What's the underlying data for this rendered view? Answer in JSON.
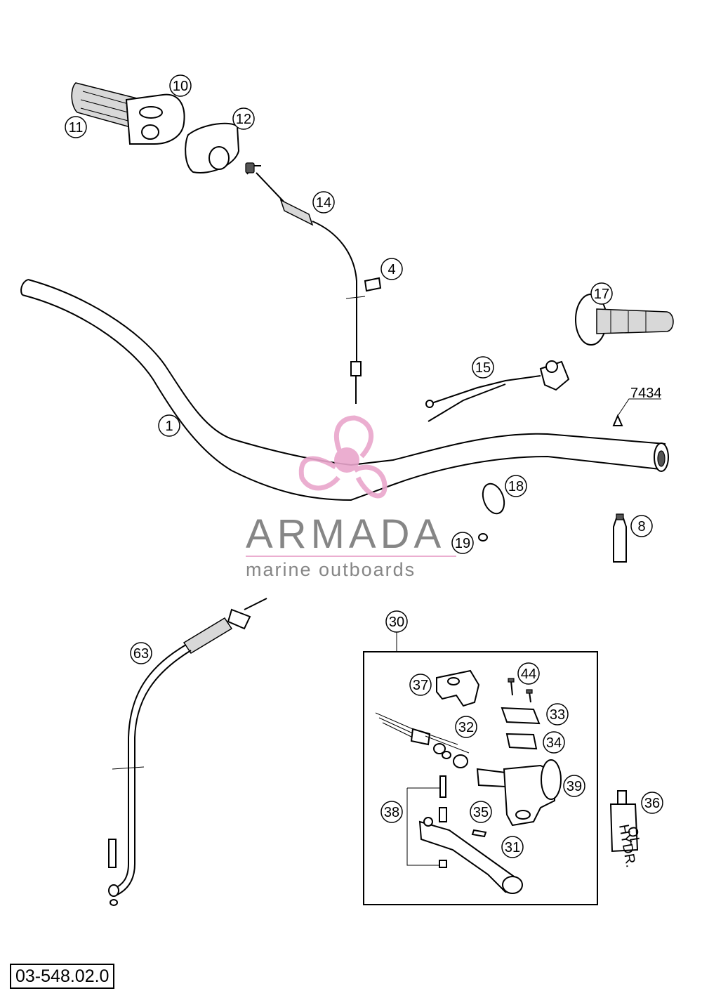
{
  "diagram": {
    "drawing_code": "03-548.02.0",
    "ref_label": "7434",
    "watermark": {
      "title": "ARMADA",
      "subtitle": "marine outboards",
      "logo_color": "#e9a6cc",
      "text_color": "#7a7a7a"
    },
    "bottle_36_text": [
      "HYDR.",
      "OL"
    ],
    "callouts": [
      "1",
      "4",
      "8",
      "10",
      "11",
      "12",
      "14",
      "15",
      "17",
      "18",
      "19",
      "30",
      "31",
      "32",
      "33",
      "34",
      "35",
      "36",
      "37",
      "38",
      "39",
      "44",
      "63"
    ]
  }
}
